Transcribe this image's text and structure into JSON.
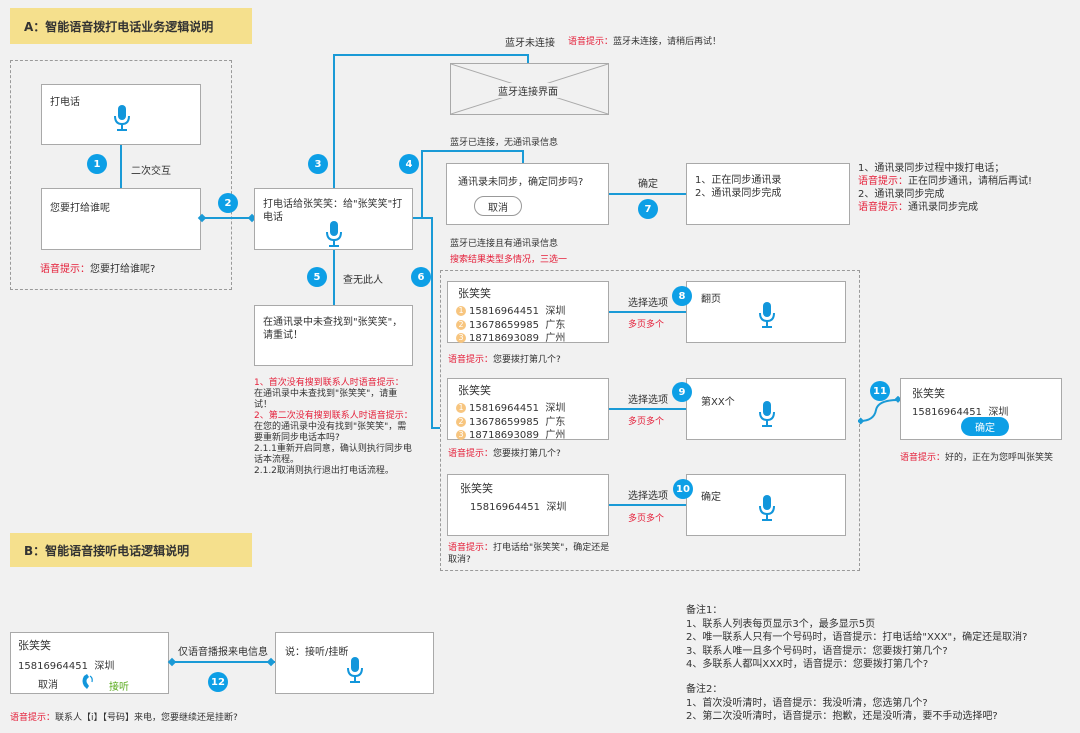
{
  "colors": {
    "accent": "#1a9ad6",
    "badge": "#0d9fe6",
    "warn": "#e5203a",
    "title_bg": "#f5e08d",
    "answer": "#5aab1e"
  },
  "section_a": {
    "title": "A：智能语音拨打电话业务逻辑说明"
  },
  "section_b": {
    "title": "B：智能语音接听电话逻辑说明"
  },
  "voice_label": "语音提示：",
  "steps": [
    "1",
    "2",
    "3",
    "4",
    "5",
    "6",
    "7",
    "8",
    "9",
    "10",
    "11",
    "12"
  ],
  "call_box": {
    "label": "打电话"
  },
  "interaction_label": "二次交互",
  "who_box": {
    "label": "您要打给谁呢",
    "prompt": "您要打给谁呢?"
  },
  "call_zhang_box": {
    "label": "打电话给张笑笑：给\"张笑笑\"打电话"
  },
  "bluetooth": {
    "status": "蓝牙未连接",
    "prompt": "蓝牙未连接，请稍后再试！",
    "screen_label": "蓝牙连接界面"
  },
  "no_contacts": {
    "status": "蓝牙已连接，无通讯录信息",
    "question": "通讯录未同步，确定同步吗?",
    "cancel": "取消",
    "confirm_label": "确定"
  },
  "sync_box": {
    "lines": [
      "1、正在同步通讯录",
      "2、通讯录同步完成"
    ]
  },
  "sync_notes": {
    "line1": "1、通讯录同步过程中拨打电话；",
    "prompt1": "正在同步通讯，请稍后再试!",
    "line2": "2、通讯录同步完成",
    "prompt2": "通讯录同步完成"
  },
  "not_found": {
    "label": "查无此人",
    "box": "在通讯录中未查找到\"张笑笑\"，请重试！",
    "note1_title": "1、首次没有搜到联系人时语音提示：",
    "note1_text": "在通讯录中未查找到\"张笑笑\"，请重试！",
    "note2_title": "2、第二次没有搜到联系人时语音提示：",
    "note2_text": "在您的通讯录中没有找到\"张笑笑\"，需要重新同步电话本吗?",
    "note2_1": "2.1.1重新开启同意，确认则执行同步电话本流程。",
    "note2_2": "2.1.2取消则执行退出打电话流程。"
  },
  "has_contacts": {
    "status": "蓝牙已连接且有通讯录信息",
    "red_note": "搜索结果类型多情况，三选一"
  },
  "contact_name": "张笑笑",
  "contacts": [
    {
      "idx": "1",
      "phone": "15816964451",
      "city": "深圳"
    },
    {
      "idx": "2",
      "phone": "13678659985",
      "city": "广东"
    },
    {
      "idx": "3",
      "phone": "18718693089",
      "city": "广州"
    }
  ],
  "choose_label": "选择选项",
  "multi_label": "多页多个",
  "rows": [
    {
      "action": "翻页",
      "prompt": "您要拨打第几个?"
    },
    {
      "action": "第XX个",
      "prompt": "您要拨打第几个?"
    },
    {
      "action": "确定",
      "prompt": "打电话给\"张笑笑\"，确定还是取消?"
    }
  ],
  "final": {
    "confirm": "确定",
    "prompt": "好的，正在为您呼叫张笑笑"
  },
  "incoming": {
    "cancel": "取消",
    "answer": "接听",
    "link_label": "仅语音播报来电信息",
    "say": "说：接听/挂断",
    "prompt": "联系人【i】【号码】来电，您要继续还是挂断?"
  },
  "remarks1": {
    "title": "备注1：",
    "items": [
      "1、联系人列表每页显示3个，最多显示5页",
      "2、唯一联系人只有一个号码时，语音提示：打电话给\"XXX\"，确定还是取消?",
      "3、联系人唯一且多个号码时，语音提示：您要拨打第几个?",
      "4、多联系人都叫XXX时，语音提示：您要拨打第几个?"
    ]
  },
  "remarks2": {
    "title": "备注2：",
    "items": [
      "1、首次没听清时，语音提示：我没听清，您选第几个?",
      "2、第二次没听清时，语音提示：抱歉，还是没听清，要不手动选择吧?"
    ]
  }
}
